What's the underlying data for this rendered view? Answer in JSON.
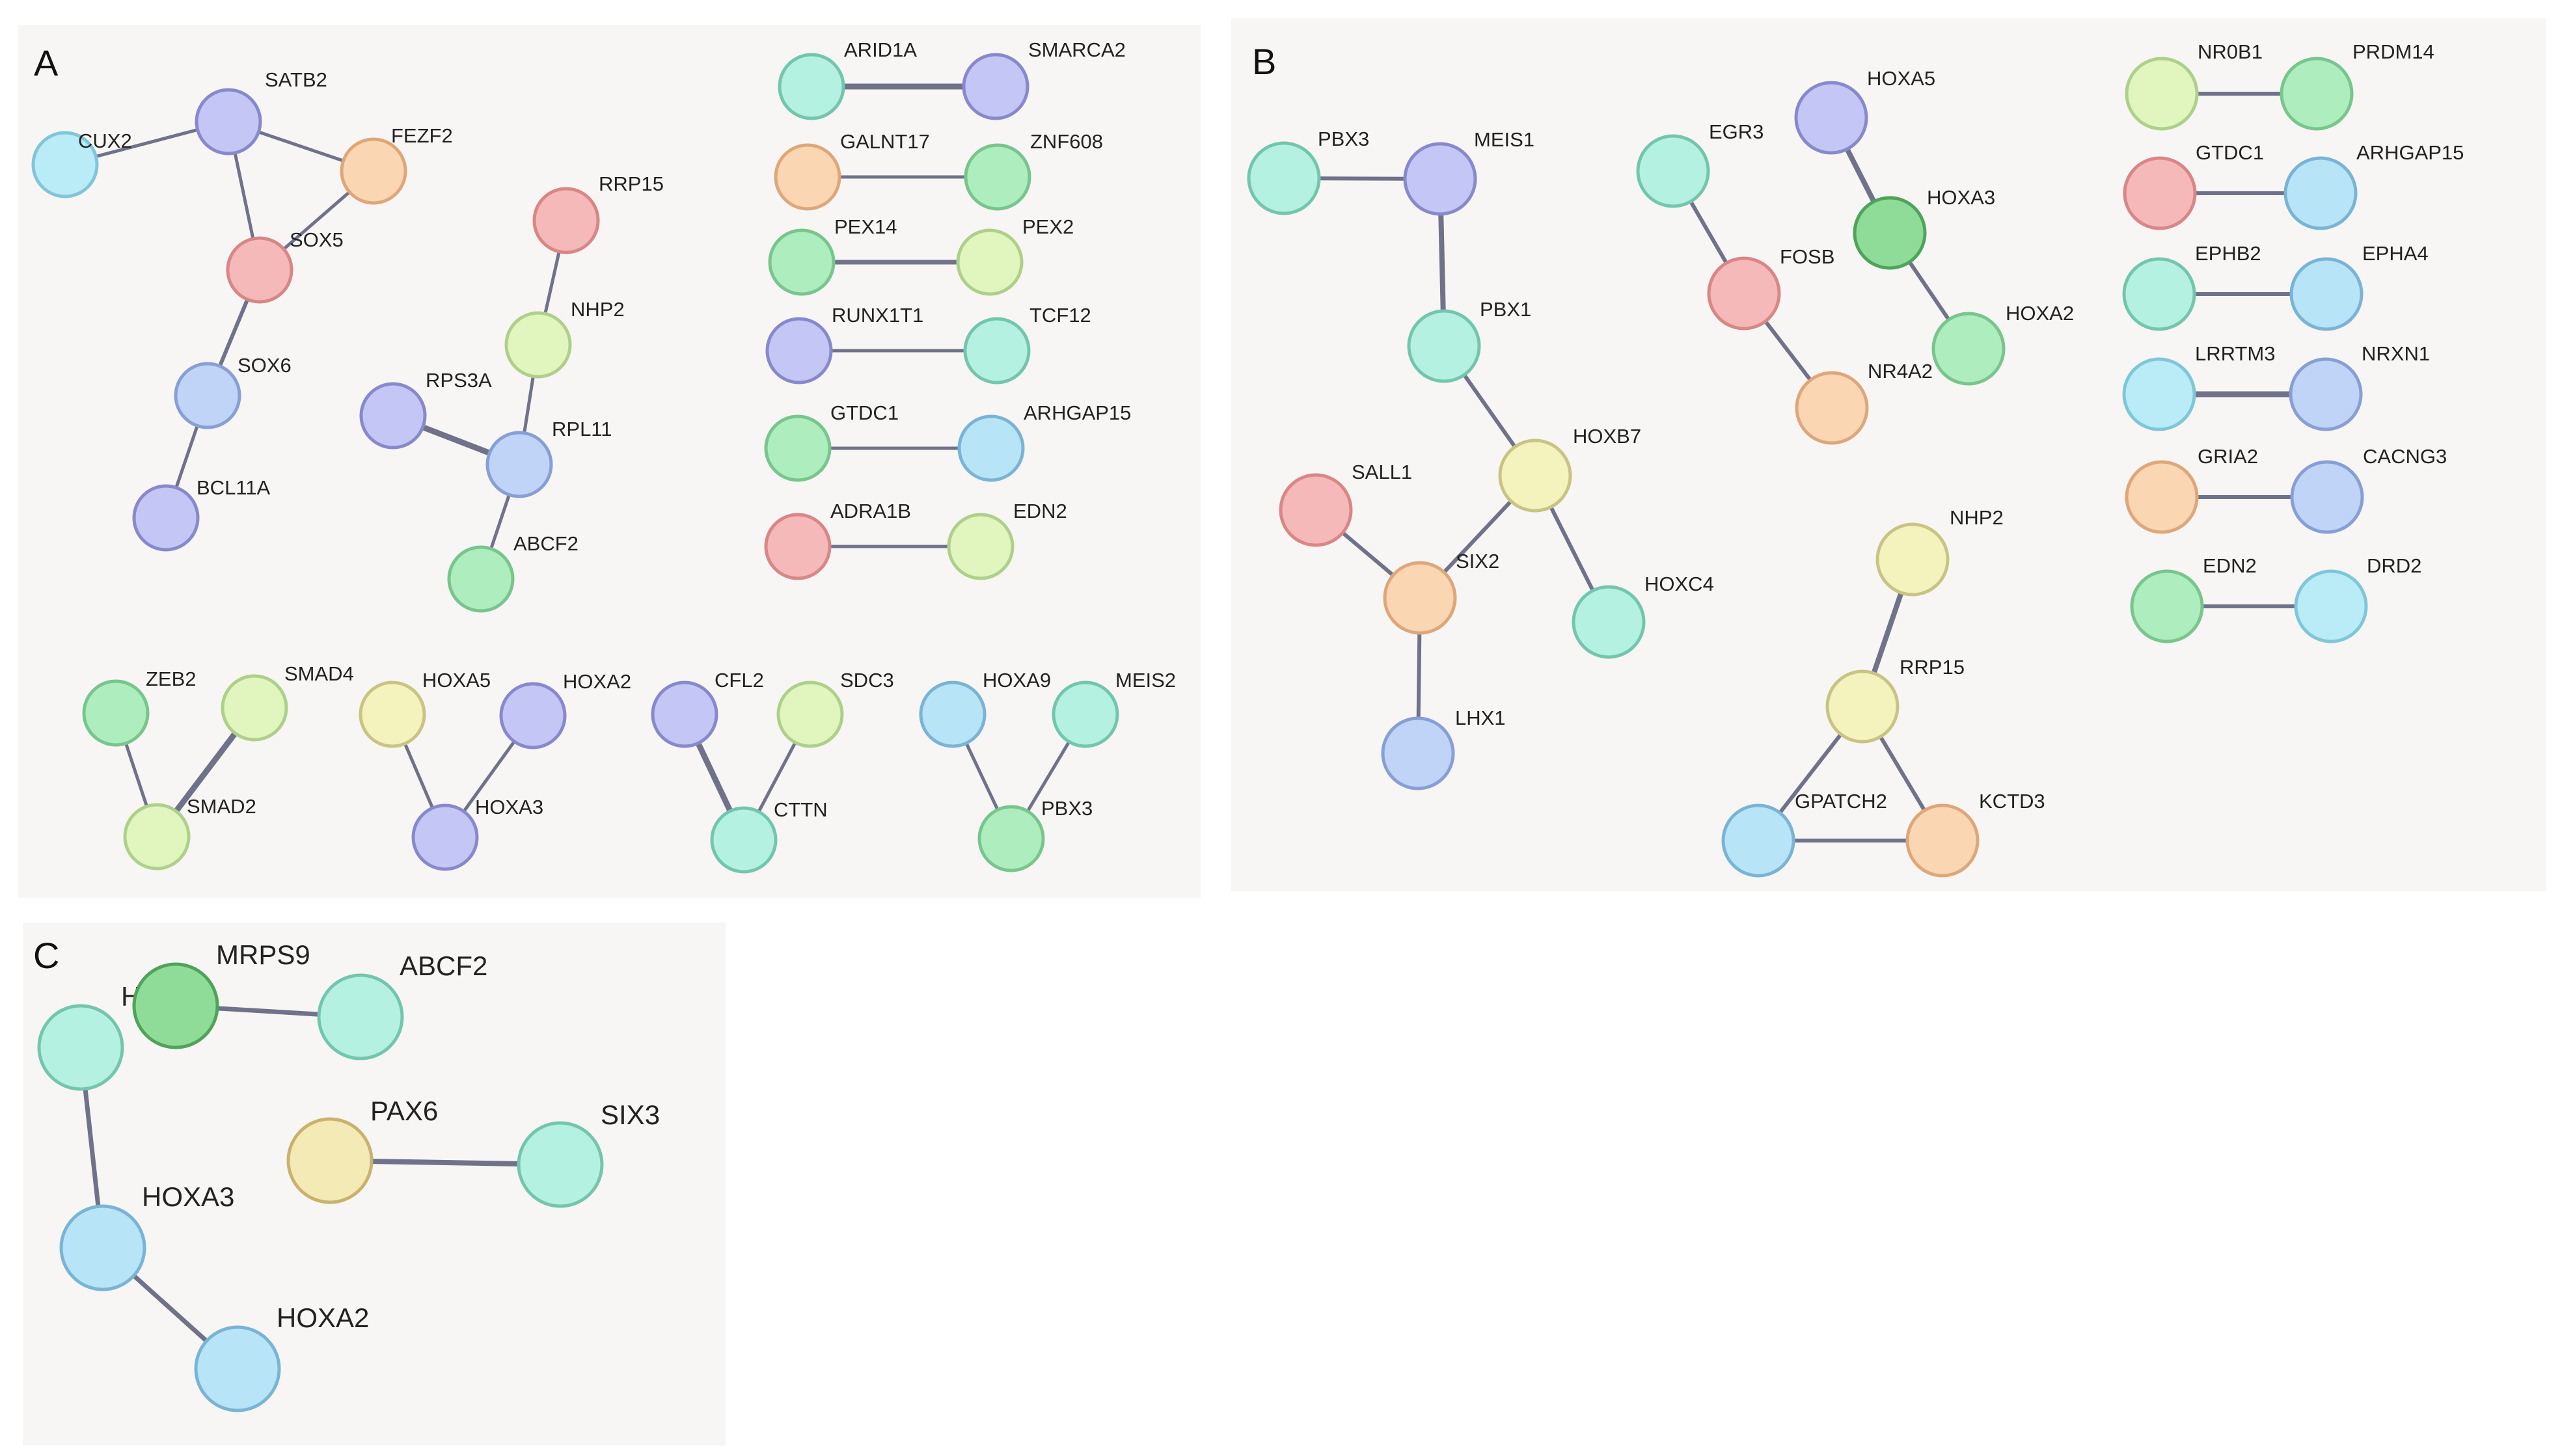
{
  "colors": {
    "cyan": [
      "#b9ecf6",
      "#7fc6d8"
    ],
    "purple": [
      "#c4c6f5",
      "#8889cc"
    ],
    "peach": [
      "#fad6b3",
      "#dea77a"
    ],
    "pink": [
      "#f6b9b9",
      "#d88686"
    ],
    "lime": [
      "#e1f5bf",
      "#aed08a"
    ],
    "green": [
      "#aeedbd",
      "#78c58e"
    ],
    "dgreen": [
      "#8edc97",
      "#4fa35c"
    ],
    "mint": [
      "#b5f1e0",
      "#73c6ad"
    ],
    "blue": [
      "#c0d4f8",
      "#889fd4"
    ],
    "sky": [
      "#b8e4f8",
      "#7ab4d4"
    ],
    "yellow": [
      "#f4f2bd",
      "#c8c484"
    ],
    "paleyellow": [
      "#f3eab6",
      "#c9b26f"
    ]
  },
  "panels": [
    {
      "id": "panel-a",
      "letter": "A",
      "nodes": [
        {
          "id": "CUX2",
          "color": "cyan"
        },
        {
          "id": "SATB2",
          "color": "purple"
        },
        {
          "id": "FEZF2",
          "color": "peach"
        },
        {
          "id": "SOX5",
          "color": "pink"
        },
        {
          "id": "SOX6",
          "color": "blue"
        },
        {
          "id": "BCL11A",
          "color": "purple"
        },
        {
          "id": "RRP15",
          "color": "pink"
        },
        {
          "id": "NHP2",
          "color": "lime"
        },
        {
          "id": "RPS3A",
          "color": "purple"
        },
        {
          "id": "RPL11",
          "color": "blue"
        },
        {
          "id": "ABCF2",
          "color": "green"
        },
        {
          "id": "ARID1A",
          "color": "mint"
        },
        {
          "id": "SMARCA2",
          "color": "purple"
        },
        {
          "id": "GALNT17",
          "color": "peach"
        },
        {
          "id": "ZNF608",
          "color": "green"
        },
        {
          "id": "PEX14",
          "color": "green"
        },
        {
          "id": "PEX2",
          "color": "lime"
        },
        {
          "id": "RUNX1T1",
          "color": "purple"
        },
        {
          "id": "TCF12",
          "color": "mint"
        },
        {
          "id": "GTDC1",
          "color": "green"
        },
        {
          "id": "ARHGAP15",
          "color": "sky"
        },
        {
          "id": "ADRA1B",
          "color": "pink"
        },
        {
          "id": "EDN2",
          "color": "lime"
        },
        {
          "id": "ZEB2",
          "color": "green"
        },
        {
          "id": "SMAD4",
          "color": "lime"
        },
        {
          "id": "SMAD2",
          "color": "lime"
        },
        {
          "id": "HOXA5",
          "color": "yellow"
        },
        {
          "id": "HOXA2",
          "color": "purple"
        },
        {
          "id": "HOXA3",
          "color": "purple"
        },
        {
          "id": "CFL2",
          "color": "purple"
        },
        {
          "id": "SDC3",
          "color": "lime"
        },
        {
          "id": "CTTN",
          "color": "mint"
        },
        {
          "id": "HOXA9",
          "color": "sky"
        },
        {
          "id": "MEIS2",
          "color": "mint"
        },
        {
          "id": "PBX3",
          "color": "green"
        }
      ],
      "edges": [
        [
          "CUX2",
          "SATB2"
        ],
        [
          "SATB2",
          "FEZF2"
        ],
        [
          "SATB2",
          "SOX5"
        ],
        [
          "FEZF2",
          "SOX5"
        ],
        [
          "SOX5",
          "SOX6"
        ],
        [
          "SOX6",
          "BCL11A"
        ],
        [
          "RRP15",
          "NHP2"
        ],
        [
          "NHP2",
          "RPL11"
        ],
        [
          "RPS3A",
          "RPL11"
        ],
        [
          "RPL11",
          "ABCF2"
        ],
        [
          "ARID1A",
          "SMARCA2"
        ],
        [
          "GALNT17",
          "ZNF608"
        ],
        [
          "PEX14",
          "PEX2"
        ],
        [
          "RUNX1T1",
          "TCF12"
        ],
        [
          "GTDC1",
          "ARHGAP15"
        ],
        [
          "ADRA1B",
          "EDN2"
        ],
        [
          "ZEB2",
          "SMAD2"
        ],
        [
          "SMAD4",
          "SMAD2"
        ],
        [
          "HOXA5",
          "HOXA3"
        ],
        [
          "HOXA2",
          "HOXA3"
        ],
        [
          "CFL2",
          "CTTN"
        ],
        [
          "SDC3",
          "CTTN"
        ],
        [
          "HOXA9",
          "PBX3"
        ],
        [
          "MEIS2",
          "PBX3"
        ]
      ]
    },
    {
      "id": "panel-b",
      "letter": "B",
      "nodes": [
        {
          "id": "PBX3",
          "color": "mint"
        },
        {
          "id": "MEIS1",
          "color": "purple"
        },
        {
          "id": "PBX1",
          "color": "mint"
        },
        {
          "id": "HOXB7",
          "color": "yellow"
        },
        {
          "id": "HOXC4",
          "color": "mint"
        },
        {
          "id": "SALL1",
          "color": "pink"
        },
        {
          "id": "SIX2",
          "color": "peach"
        },
        {
          "id": "LHX1",
          "color": "blue"
        },
        {
          "id": "EGR3",
          "color": "mint"
        },
        {
          "id": "HOXA5",
          "color": "purple"
        },
        {
          "id": "HOXA3",
          "color": "dgreen"
        },
        {
          "id": "FOSB",
          "color": "pink"
        },
        {
          "id": "HOXA2",
          "color": "green"
        },
        {
          "id": "NR4A2",
          "color": "peach"
        },
        {
          "id": "NHP2",
          "color": "yellow"
        },
        {
          "id": "RRP15",
          "color": "yellow"
        },
        {
          "id": "GPATCH2",
          "color": "sky"
        },
        {
          "id": "KCTD3",
          "color": "peach"
        },
        {
          "id": "NR0B1",
          "color": "lime"
        },
        {
          "id": "PRDM14",
          "color": "green"
        },
        {
          "id": "GTDC1",
          "color": "pink"
        },
        {
          "id": "ARHGAP15",
          "color": "sky"
        },
        {
          "id": "EPHB2",
          "color": "mint"
        },
        {
          "id": "EPHA4",
          "color": "sky"
        },
        {
          "id": "LRRTM3",
          "color": "cyan"
        },
        {
          "id": "NRXN1",
          "color": "blue"
        },
        {
          "id": "GRIA2",
          "color": "peach"
        },
        {
          "id": "CACNG3",
          "color": "blue"
        },
        {
          "id": "EDN2",
          "color": "green"
        },
        {
          "id": "DRD2",
          "color": "cyan"
        }
      ],
      "edges": [
        [
          "PBX3",
          "MEIS1"
        ],
        [
          "MEIS1",
          "PBX1"
        ],
        [
          "PBX1",
          "HOXB7"
        ],
        [
          "HOXB7",
          "HOXC4"
        ],
        [
          "HOXB7",
          "SIX2"
        ],
        [
          "SALL1",
          "SIX2"
        ],
        [
          "SIX2",
          "LHX1"
        ],
        [
          "EGR3",
          "FOSB"
        ],
        [
          "FOSB",
          "NR4A2"
        ],
        [
          "HOXA5",
          "HOXA3"
        ],
        [
          "HOXA3",
          "HOXA2"
        ],
        [
          "NHP2",
          "RRP15"
        ],
        [
          "RRP15",
          "GPATCH2"
        ],
        [
          "RRP15",
          "KCTD3"
        ],
        [
          "GPATCH2",
          "KCTD3"
        ],
        [
          "NR0B1",
          "PRDM14"
        ],
        [
          "GTDC1",
          "ARHGAP15"
        ],
        [
          "EPHB2",
          "EPHA4"
        ],
        [
          "LRRTM3",
          "NRXN1"
        ],
        [
          "GRIA2",
          "CACNG3"
        ],
        [
          "EDN2",
          "DRD2"
        ]
      ]
    },
    {
      "id": "panel-c",
      "letter": "C",
      "nodes": [
        {
          "id": "HOXA5",
          "color": "mint"
        },
        {
          "id": "HOXA3",
          "color": "sky"
        },
        {
          "id": "HOXA2",
          "color": "sky"
        },
        {
          "id": "MRPS9",
          "color": "dgreen"
        },
        {
          "id": "ABCF2",
          "color": "mint"
        },
        {
          "id": "PAX6",
          "color": "paleyellow"
        },
        {
          "id": "SIX3",
          "color": "mint"
        }
      ],
      "edges": [
        [
          "HOXA5",
          "HOXA3"
        ],
        [
          "HOXA3",
          "HOXA2"
        ],
        [
          "MRPS9",
          "ABCF2"
        ],
        [
          "PAX6",
          "SIX3"
        ]
      ]
    }
  ]
}
